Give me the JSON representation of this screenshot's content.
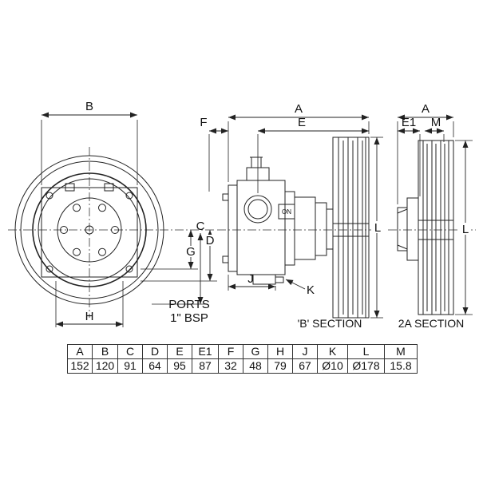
{
  "front_view": {
    "dim_b": "B",
    "dim_c": "C",
    "dim_d": "D",
    "dim_g": "G",
    "dim_h": "H",
    "ports_note_line1": "PORTS",
    "ports_note_line2": "1\" BSP"
  },
  "b_section": {
    "title": "'B' SECTION",
    "dim_a": "A",
    "dim_e": "E",
    "dim_f": "F",
    "dim_j": "J",
    "dim_k": "K",
    "dim_l": "L",
    "switch_label": "ON"
  },
  "section_2a": {
    "title": "2A SECTION",
    "dim_a": "A",
    "dim_e1": "E1",
    "dim_m": "M",
    "dim_l": "L"
  },
  "table": {
    "headers": [
      "A",
      "B",
      "C",
      "D",
      "E",
      "E1",
      "F",
      "G",
      "H",
      "J",
      "K",
      "L",
      "M"
    ],
    "values": [
      "152",
      "120",
      "91",
      "64",
      "95",
      "87",
      "32",
      "48",
      "79",
      "67",
      "Ø10",
      "Ø178",
      "15.8"
    ]
  }
}
